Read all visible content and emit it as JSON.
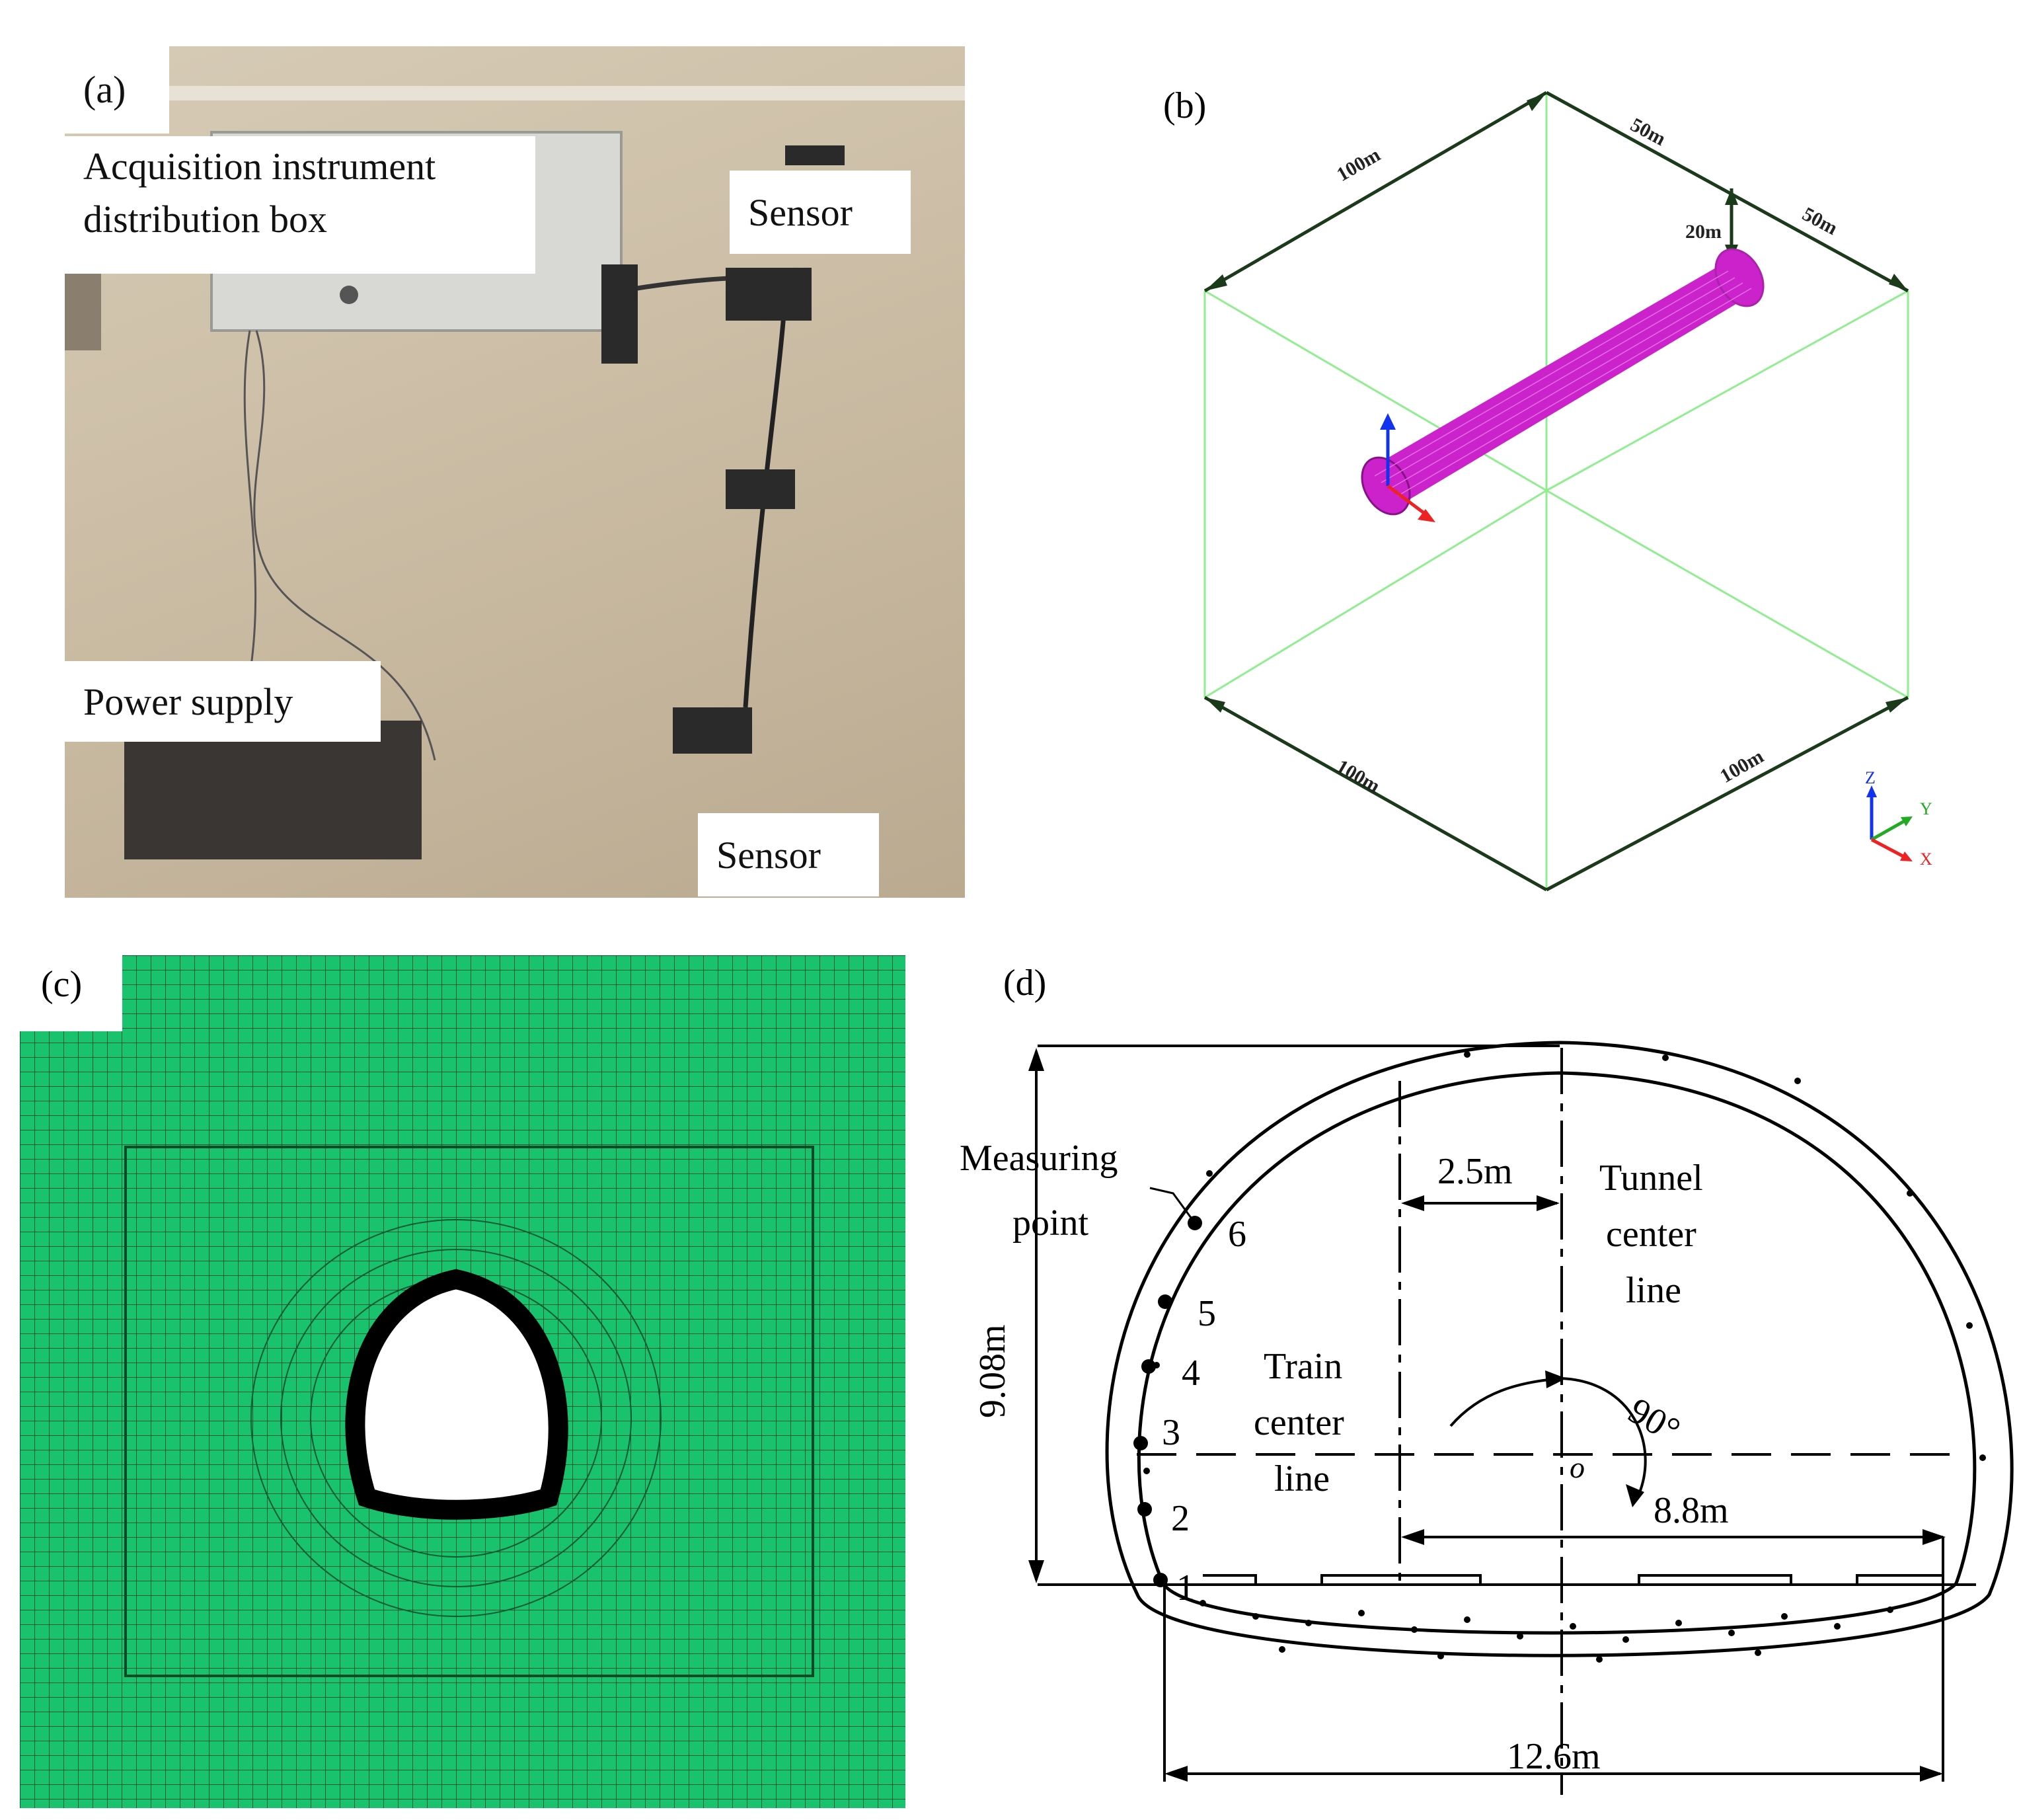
{
  "panels": {
    "a": {
      "label": "(a)",
      "acq_line1": "Acquisition  instrument",
      "acq_line2": "distribution  box",
      "sensor_top": "Sensor",
      "sensor_bottom": "Sensor",
      "power": "Power supply"
    },
    "b": {
      "label": "(b)",
      "dim_top_left": "100m",
      "dim_top_right_a": "50m",
      "dim_top_right_b": "50m",
      "dim_height": "20m",
      "dim_bottom_left": "100m",
      "dim_bottom_right": "100m",
      "axis_z": "Z",
      "axis_y": "Y",
      "axis_x": "X"
    },
    "c": {
      "label": "(c)"
    },
    "d": {
      "label": "(d)",
      "measuring_1": "Measuring",
      "measuring_2": "point",
      "points": [
        "1",
        "2",
        "3",
        "4",
        "5",
        "6"
      ],
      "dim_2_5": "2.5m",
      "tunnel_1": "Tunnel",
      "tunnel_2": "center",
      "tunnel_3": "line",
      "train_1": "Train",
      "train_2": "center",
      "train_3": "line",
      "angle": "90°",
      "origin": "o",
      "dim_8_8": "8.8m",
      "dim_9_08": "9.08m",
      "dim_12_6": "12.6m"
    }
  },
  "colors": {
    "mesh_green": "#19c36d",
    "tunnel_magenta": "#cc22cc",
    "box_line": "#90ee90",
    "dim_line": "#1a3a1a"
  }
}
